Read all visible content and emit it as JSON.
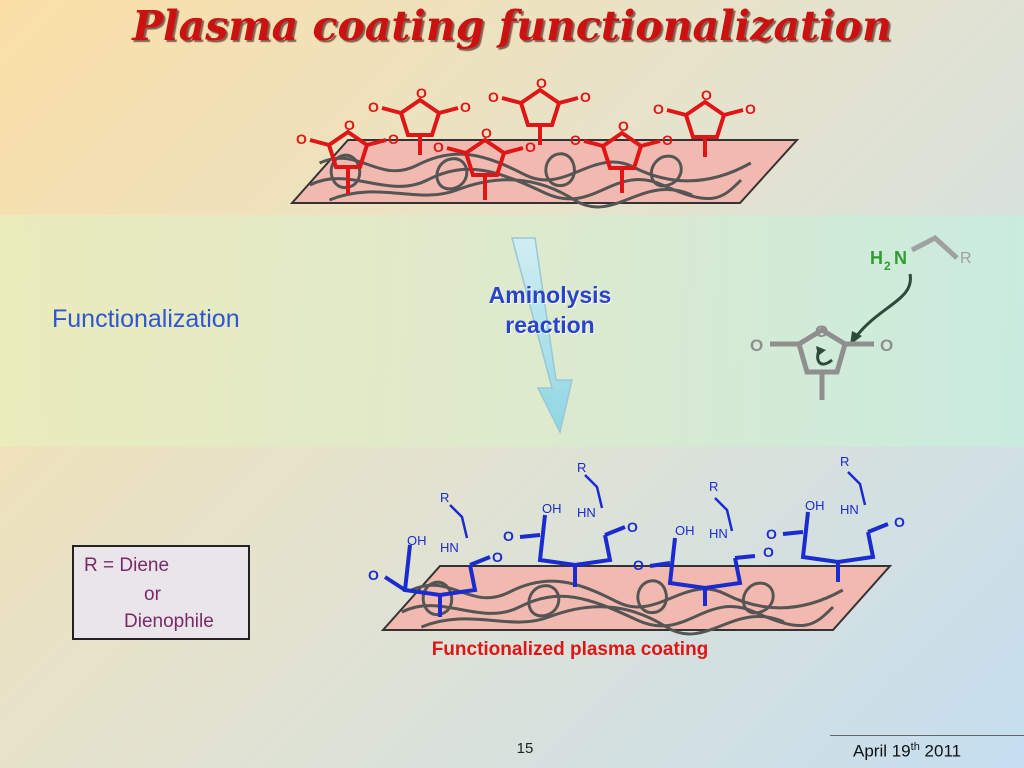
{
  "slide": {
    "title": "Plasma coating functionalization",
    "section_label": "Functionalization",
    "reaction_line1": "Aminolysis",
    "reaction_line2": "reaction",
    "caption": "Functionalized plasma coating",
    "page_number": "15",
    "date_prefix": "April 19",
    "date_sup": "th",
    "date_suffix": " 2011"
  },
  "r_box": {
    "line1": "R = Diene",
    "line2": "or",
    "line3": "Dienophile"
  },
  "atoms": {
    "oxygen": "O",
    "hydroxyl": "OH",
    "amine": "HN",
    "r_group": "R",
    "reagent_h": "H",
    "reagent_sub": "2",
    "reagent_n": "N"
  },
  "colors": {
    "title": "#cc1111",
    "reactant": "#e01515",
    "product": "#1a2bd0",
    "amine_reagent": "#2e9e2e",
    "faded_ring": "#8f8f8f",
    "surface": "#f2b9b0"
  }
}
